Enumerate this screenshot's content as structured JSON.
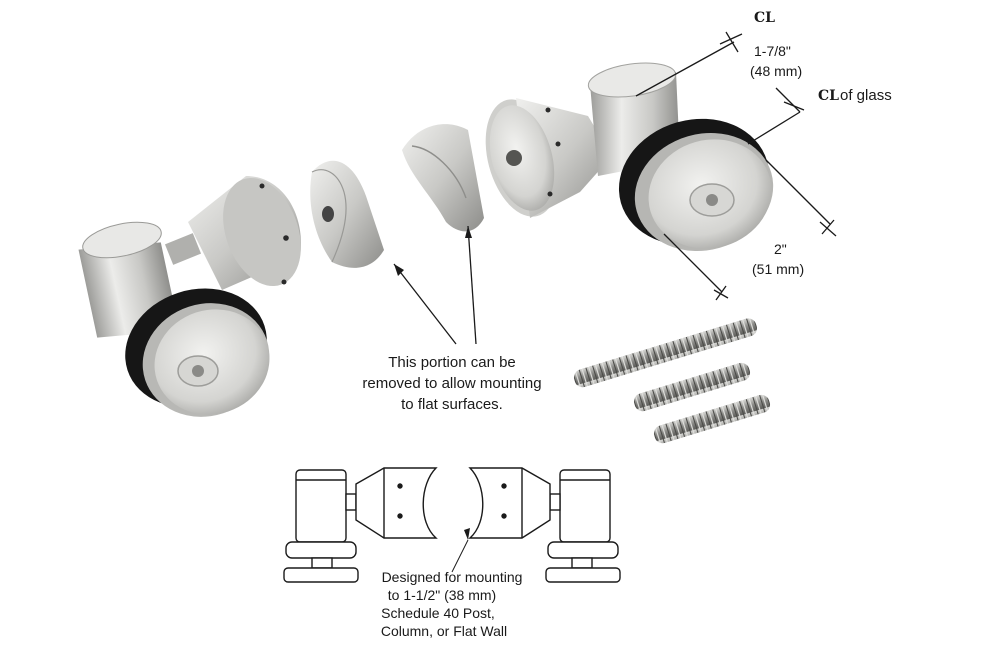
{
  "annotations": {
    "cl_symbol": "CL",
    "cl_text": "of glass",
    "offset_imperial": "1-7/8\"",
    "offset_metric": "(48 mm)",
    "diameter_imperial": "2\"",
    "diameter_metric": "(51 mm)",
    "removable_note": [
      "This portion can be",
      "removed to allow mounting",
      "to flat surfaces."
    ],
    "mounting_note": [
      "Designed for mounting",
      "to 1-1/2\" (38 mm)",
      "Schedule 40 Post,",
      "Column, or Flat Wall"
    ]
  },
  "colors": {
    "metal_light": "#e4e4e2",
    "metal_mid": "#c2c2bf",
    "metal_dark": "#8e8e8b",
    "gasket": "#161616",
    "line": "#1a1a1a"
  }
}
